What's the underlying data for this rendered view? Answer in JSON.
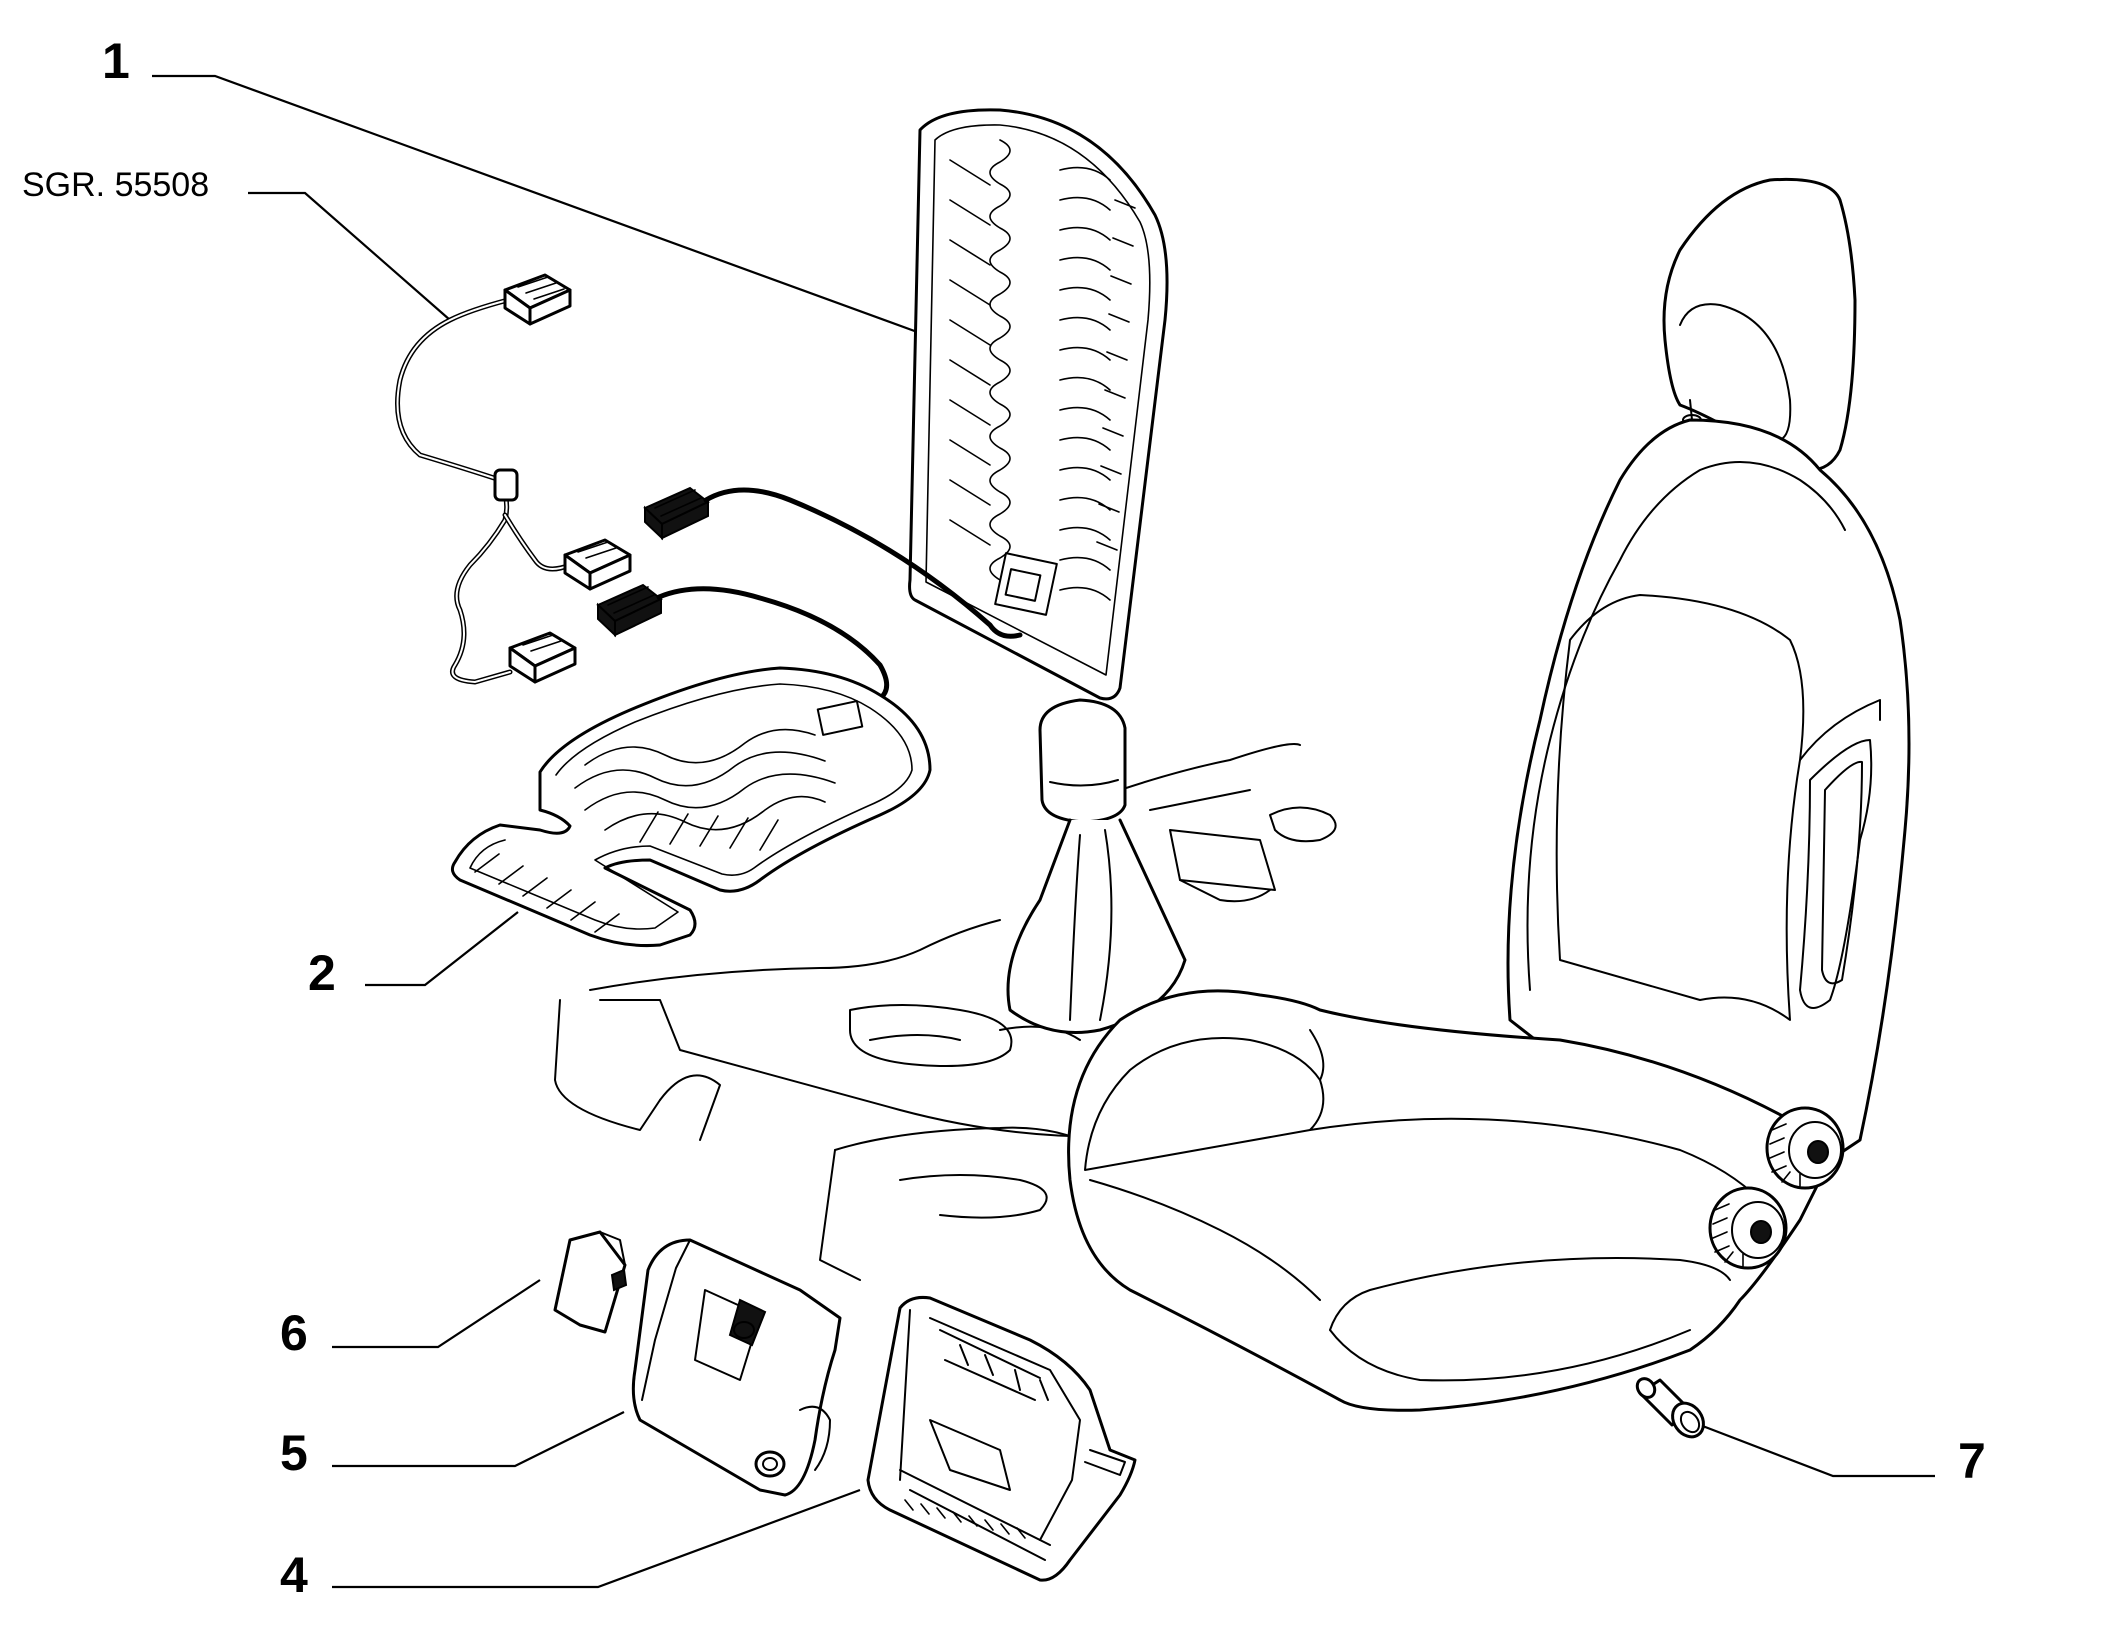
{
  "callouts": {
    "part_1": "1",
    "part_2": "2",
    "part_4": "4",
    "part_5": "5",
    "part_6": "6",
    "part_7": "7",
    "sgr_reference": "SGR. 55508"
  }
}
